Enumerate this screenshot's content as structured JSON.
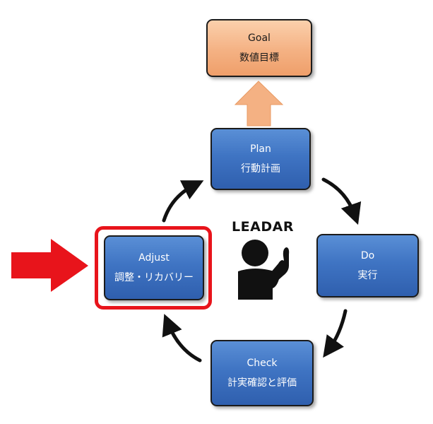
{
  "goal": {
    "title": "Goal",
    "subtitle": "数値目標"
  },
  "plan": {
    "title": "Plan",
    "subtitle": "行動計画"
  },
  "do_step": {
    "title": "Do",
    "subtitle": "実行"
  },
  "check": {
    "title": "Check",
    "subtitle": "計実確認と評価"
  },
  "adjust": {
    "title": "Adjust",
    "subtitle": "調整・リカバリー"
  },
  "center_label": "LEADAR",
  "colors": {
    "box_blue": "#3f74c3",
    "goal_orange": "#f4b183",
    "highlight_red": "#e8141b",
    "pointer_arrow_red": "#e8141b",
    "cycle_arrow": "#111111"
  },
  "icons": {
    "center": "leader-person-icon",
    "pointer": "red-arrow-right"
  }
}
